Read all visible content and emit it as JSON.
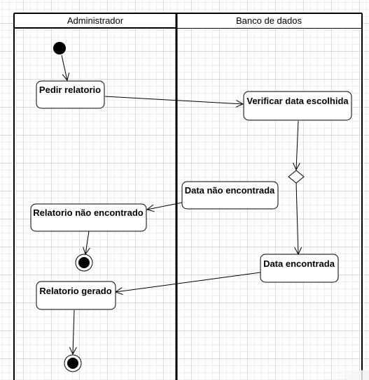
{
  "lanes": {
    "left_title": "Administrador",
    "right_title": "Banco de dados"
  },
  "nodes": {
    "pedir_relatorio": "Pedir relatorio",
    "verificar_data": "Verificar data escolhida",
    "data_nao_encontrada": "Data não encontrada",
    "relatorio_nao_encontrado": "Relatorio não encontrado",
    "data_encontrada": "Data encontrada",
    "relatorio_gerado": "Relatorio gerado"
  }
}
